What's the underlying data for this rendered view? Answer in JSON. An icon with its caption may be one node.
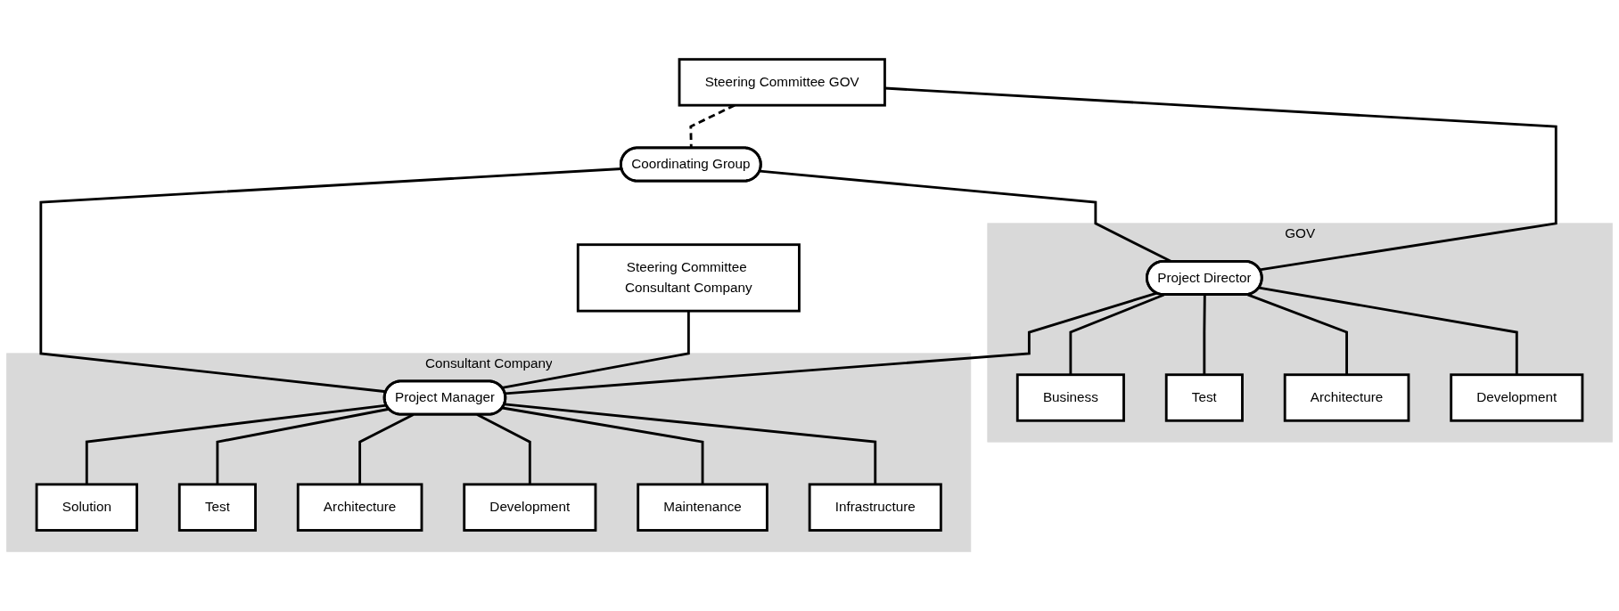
{
  "diagram": {
    "nodes": [
      {
        "text": [
          "Steering Committee GOV"
        ]
      },
      {
        "text": [
          "Coordinating Group"
        ]
      },
      {
        "text": [
          "Steering Committee Consultant Company"
        ]
      },
      {
        "text": [
          "GOV"
        ]
      },
      {
        "text": [
          "Project Director"
        ],
        "in": 3
      },
      {
        "text": [
          "Business"
        ],
        "in": 3
      },
      {
        "text": [
          "Test"
        ],
        "in": 3
      },
      {
        "text": [
          "Architecture"
        ],
        "in": 3
      },
      {
        "text": [
          "Development"
        ],
        "in": 3
      },
      {
        "text": [
          "Consultant Company"
        ]
      },
      {
        "text": [
          "Project Manager"
        ],
        "in": 9
      },
      {
        "text": [
          "Solution"
        ],
        "in": 9
      },
      {
        "text": [
          "Test"
        ],
        "in": 9
      },
      {
        "text": [
          "Architecture"
        ],
        "in": 9
      },
      {
        "text": [
          "Development"
        ],
        "in": 9
      },
      {
        "text": [
          "Maintenance"
        ],
        "in": 9
      },
      {
        "text": [
          "Infrastructure"
        ],
        "in": 9
      }
    ],
    "edges": [
      {
        "from": 0,
        "to": 1,
        "arrow": "none",
        "style": "dashed"
      },
      {
        "from": 0,
        "to": 4,
        "arrow": "none"
      },
      {
        "from": 2,
        "to": 10,
        "arrow": "none"
      },
      {
        "from": 4,
        "to": 10,
        "arrow": "none"
      },
      {
        "from": 1,
        "to": 4,
        "arrow": "none"
      },
      {
        "from": 1,
        "to": 10,
        "arrow": "none"
      },
      {
        "from": 4,
        "to": 5,
        "arrow": "none"
      },
      {
        "from": 4,
        "to": 6,
        "arrow": "none"
      },
      {
        "from": 4,
        "to": 7,
        "arrow": "none"
      },
      {
        "from": 4,
        "to": 8,
        "arrow": "none"
      },
      {
        "from": 10,
        "to": 11,
        "arrow": "none"
      },
      {
        "from": 10,
        "to": 12,
        "arrow": "none"
      },
      {
        "from": 10,
        "to": 13,
        "arrow": "none"
      },
      {
        "from": 10,
        "to": 14,
        "arrow": "none"
      },
      {
        "from": 10,
        "to": 15,
        "arrow": "none"
      },
      {
        "from": 10,
        "to": 16,
        "arrow": "none"
      }
    ]
  }
}
